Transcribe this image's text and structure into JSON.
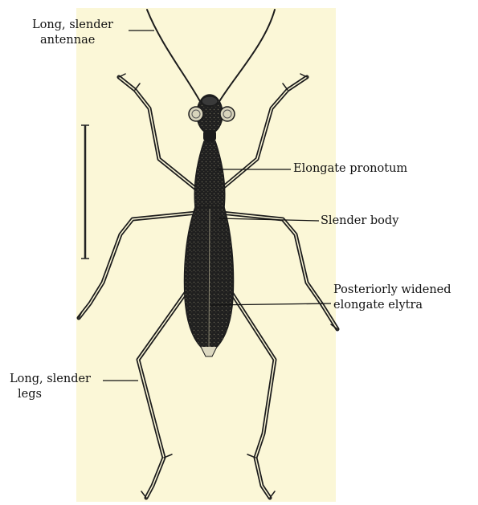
{
  "diagram": {
    "labels": {
      "antennae": [
        "Long, slender",
        "antennae"
      ],
      "pronotum": [
        "Elongate pronotum"
      ],
      "body": [
        "Slender body"
      ],
      "elytra": [
        "Posteriorly widened",
        "elongate elytra"
      ],
      "legs": [
        "Long, slender",
        "legs"
      ]
    },
    "colors": {
      "page": "#ffffff",
      "plate": "#fbf7d7",
      "ink": "#1c1c1c",
      "label_text": "#111111"
    }
  }
}
